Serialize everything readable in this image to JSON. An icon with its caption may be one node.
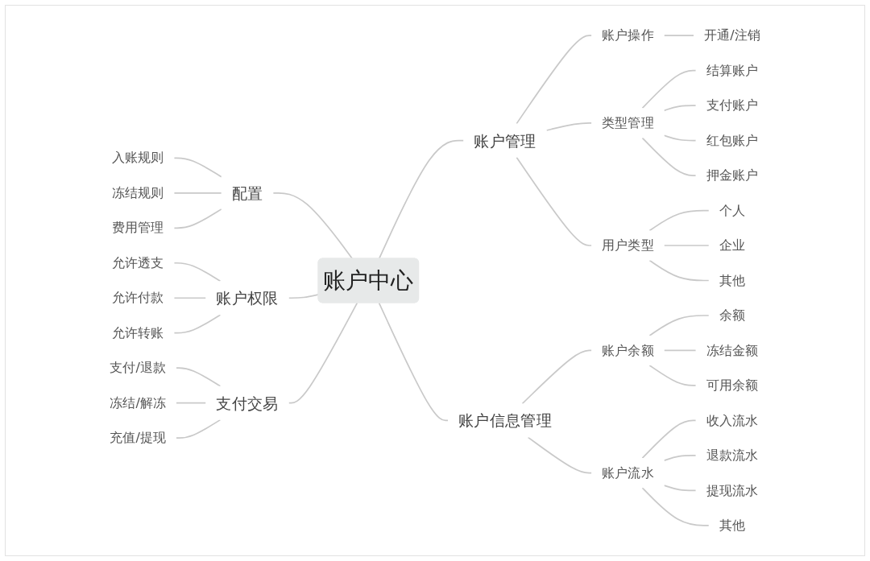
{
  "diagram": {
    "nodes": [
      {
        "text": [
          "账户中心"
        ]
      },
      {
        "text": [
          "配置"
        ]
      },
      {
        "text": [
          "入账规则"
        ]
      },
      {
        "text": [
          "冻结规则"
        ]
      },
      {
        "text": [
          "费用管理"
        ]
      },
      {
        "text": [
          "账户权限"
        ]
      },
      {
        "text": [
          "允许透支"
        ]
      },
      {
        "text": [
          "允许付款"
        ]
      },
      {
        "text": [
          "允许转账"
        ]
      },
      {
        "text": [
          "支付交易"
        ]
      },
      {
        "text": [
          "支付/退款"
        ]
      },
      {
        "text": [
          "冻结/解冻"
        ]
      },
      {
        "text": [
          "充值/提现"
        ]
      },
      {
        "text": [
          "账户管理"
        ]
      },
      {
        "text": [
          "账户操作"
        ]
      },
      {
        "text": [
          "开通/注销"
        ]
      },
      {
        "text": [
          "类型管理"
        ]
      },
      {
        "text": [
          "结算账户"
        ]
      },
      {
        "text": [
          "支付账户"
        ]
      },
      {
        "text": [
          "红包账户"
        ]
      },
      {
        "text": [
          "押金账户"
        ]
      },
      {
        "text": [
          "用户类型"
        ]
      },
      {
        "text": [
          "个人"
        ]
      },
      {
        "text": [
          "企业"
        ]
      },
      {
        "text": [
          "其他"
        ]
      },
      {
        "text": [
          "账户信息管理"
        ]
      },
      {
        "text": [
          "账户余额"
        ]
      },
      {
        "text": [
          "余额"
        ]
      },
      {
        "text": [
          "冻结金额"
        ]
      },
      {
        "text": [
          "可用余额"
        ]
      },
      {
        "text": [
          "账户流水"
        ]
      },
      {
        "text": [
          "收入流水"
        ]
      },
      {
        "text": [
          "退款流水"
        ]
      },
      {
        "text": [
          "提现流水"
        ]
      },
      {
        "text": [
          "其他"
        ]
      }
    ],
    "edges": [
      {
        "from": 2,
        "to": 1,
        "arrow": "none"
      },
      {
        "from": 3,
        "to": 1,
        "arrow": "none"
      },
      {
        "from": 4,
        "to": 1,
        "arrow": "none"
      },
      {
        "from": 1,
        "to": 0,
        "arrow": "none"
      },
      {
        "from": 6,
        "to": 5,
        "arrow": "none"
      },
      {
        "from": 7,
        "to": 5,
        "arrow": "none"
      },
      {
        "from": 8,
        "to": 5,
        "arrow": "none"
      },
      {
        "from": 5,
        "to": 0,
        "arrow": "none"
      },
      {
        "from": 10,
        "to": 9,
        "arrow": "none"
      },
      {
        "from": 11,
        "to": 9,
        "arrow": "none"
      },
      {
        "from": 12,
        "to": 9,
        "arrow": "none"
      },
      {
        "from": 9,
        "to": 0,
        "arrow": "none"
      },
      {
        "from": 0,
        "to": 13,
        "arrow": "none"
      },
      {
        "from": 13,
        "to": 14,
        "arrow": "none"
      },
      {
        "from": 14,
        "to": 15,
        "arrow": "none"
      },
      {
        "from": 13,
        "to": 16,
        "arrow": "none"
      },
      {
        "from": 16,
        "to": 17,
        "arrow": "none"
      },
      {
        "from": 16,
        "to": 18,
        "arrow": "none"
      },
      {
        "from": 16,
        "to": 19,
        "arrow": "none"
      },
      {
        "from": 16,
        "to": 20,
        "arrow": "none"
      },
      {
        "from": 13,
        "to": 21,
        "arrow": "none"
      },
      {
        "from": 21,
        "to": 22,
        "arrow": "none"
      },
      {
        "from": 21,
        "to": 23,
        "arrow": "none"
      },
      {
        "from": 21,
        "to": 24,
        "arrow": "none"
      },
      {
        "from": 0,
        "to": 25,
        "arrow": "none"
      },
      {
        "from": 25,
        "to": 26,
        "arrow": "none"
      },
      {
        "from": 26,
        "to": 27,
        "arrow": "none"
      },
      {
        "from": 26,
        "to": 28,
        "arrow": "none"
      },
      {
        "from": 26,
        "to": 29,
        "arrow": "none"
      },
      {
        "from": 25,
        "to": 30,
        "arrow": "none"
      },
      {
        "from": 30,
        "to": 31,
        "arrow": "none"
      },
      {
        "from": 30,
        "to": 32,
        "arrow": "none"
      },
      {
        "from": 30,
        "to": 33,
        "arrow": "none"
      },
      {
        "from": 30,
        "to": 34,
        "arrow": "none"
      }
    ]
  }
}
